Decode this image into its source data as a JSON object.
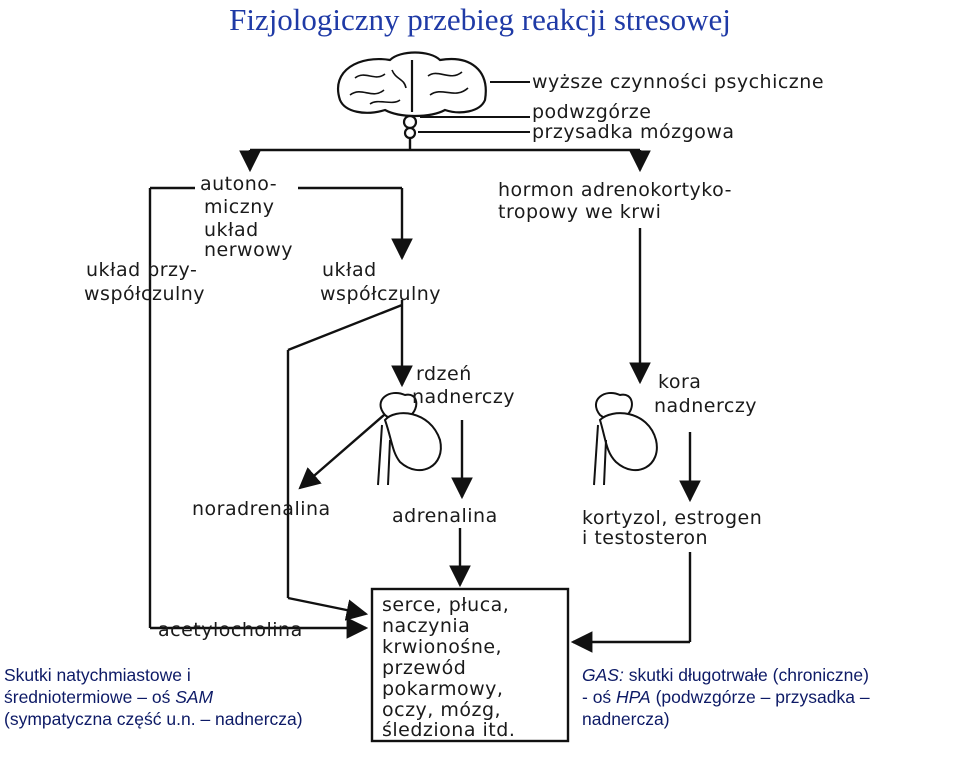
{
  "title": "Fizjologiczny przebieg reakcji stresowej",
  "diagram": {
    "brain_labels": {
      "higher": "wyższe czynności psychiczne",
      "hypothalamus": "podwzgórze",
      "pituitary": "przysadka mózgowa"
    },
    "autonomic": [
      "autono-",
      "miczny",
      "układ",
      "nerwowy"
    ],
    "parasympathetic": [
      "układ przy-",
      "współczulny"
    ],
    "sympathetic": [
      "układ",
      "współczulny"
    ],
    "acth": [
      "hormon adrenokortyko-",
      "tropowy we krwi"
    ],
    "medulla": [
      "rdzeń",
      "nadnerczy"
    ],
    "cortex": [
      "kora",
      "nadnerczy"
    ],
    "noradrenaline": "noradrenalina",
    "adrenaline": "adrenalina",
    "hormones": [
      "kortyzol, estrogen",
      "i testosteron"
    ],
    "acetylcholine": "acetylocholina",
    "organs": [
      "serce, płuca,",
      "naczynia",
      "krwionośne,",
      "przewód",
      "pokarmowy,",
      "oczy, mózg,",
      "śledziona itd."
    ]
  },
  "left_note": {
    "line1": "Skutki natychmiastowe i",
    "line2_prefix": "średniotermiowe – oś ",
    "line2_axis": "SAM",
    "line3": "(sympatyczna część u.n. – nadnercza)"
  },
  "right_note": {
    "prefix": "GAS:",
    "line1_rest": " skutki długotrwałe  (chroniczne)",
    "line2_prefix": "- oś ",
    "line2_axis": "HPA",
    "line2_rest": " (podwzgórze – przysadka –",
    "line3": "nadnercza)"
  }
}
